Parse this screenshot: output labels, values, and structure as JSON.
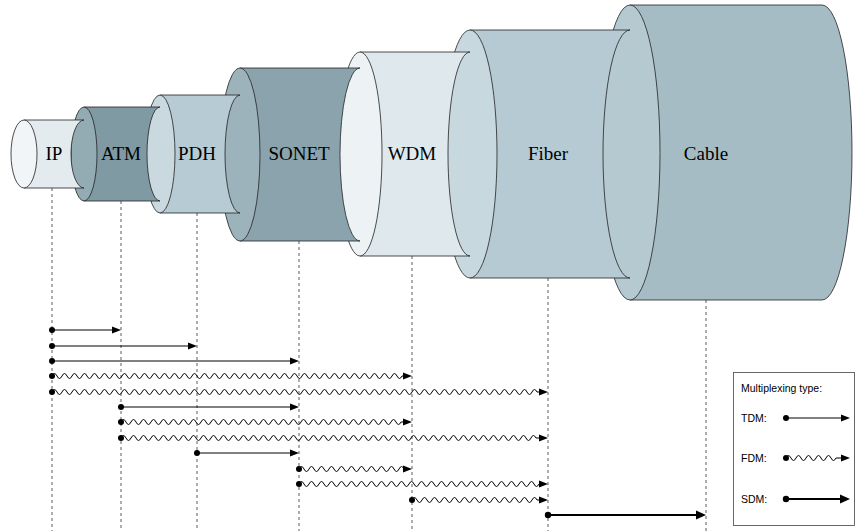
{
  "diagram": {
    "nodes": [
      {
        "text": [
          "IP"
        ]
      },
      {
        "text": [
          "ATM"
        ]
      },
      {
        "text": [
          "PDH"
        ]
      },
      {
        "text": [
          "SONET"
        ]
      },
      {
        "text": [
          "WDM"
        ]
      },
      {
        "text": [
          "Fiber"
        ]
      },
      {
        "text": [
          "Cable"
        ]
      }
    ],
    "edges": [
      {
        "from": 0,
        "to": 1,
        "arrow": "to"
      },
      {
        "from": 0,
        "to": 2,
        "arrow": "to"
      },
      {
        "from": 0,
        "to": 3,
        "arrow": "to"
      },
      {
        "from": 0,
        "to": 4,
        "arrow": "to"
      },
      {
        "from": 0,
        "to": 5,
        "arrow": "to"
      },
      {
        "from": 1,
        "to": 3,
        "arrow": "to"
      },
      {
        "from": 1,
        "to": 4,
        "arrow": "to"
      },
      {
        "from": 1,
        "to": 5,
        "arrow": "to"
      },
      {
        "from": 2,
        "to": 3,
        "arrow": "to"
      },
      {
        "from": 3,
        "to": 4,
        "arrow": "to"
      },
      {
        "from": 3,
        "to": 5,
        "arrow": "to"
      },
      {
        "from": 4,
        "to": 5,
        "arrow": "to"
      },
      {
        "from": 5,
        "to": 6,
        "arrow": "to"
      }
    ],
    "labels": [
      "Multiplexing type:"
    ],
    "legend": [
      {
        "text": "TDM:"
      },
      {
        "text": "FDM:"
      },
      {
        "text": "SDM:"
      }
    ]
  }
}
